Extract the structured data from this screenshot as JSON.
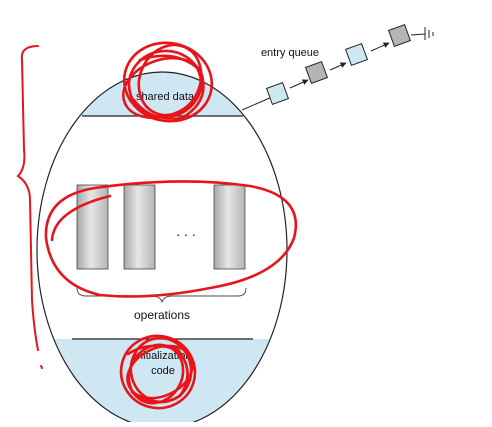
{
  "diagram": {
    "queue_label": "entry queue",
    "shared_data_label": "shared data",
    "ellipsis": ". . .",
    "operations_label": "operations",
    "init_label_line1": "initialization",
    "init_label_line2": "code"
  },
  "colors": {
    "region_fill": "#cfe7f2",
    "queue_box_fill": "#cfe7f2",
    "queue_gray_fill": "#b5b5b5",
    "outline": "#222222",
    "annotation": "#e8141a",
    "operation_fill": "#c4c4c4"
  }
}
